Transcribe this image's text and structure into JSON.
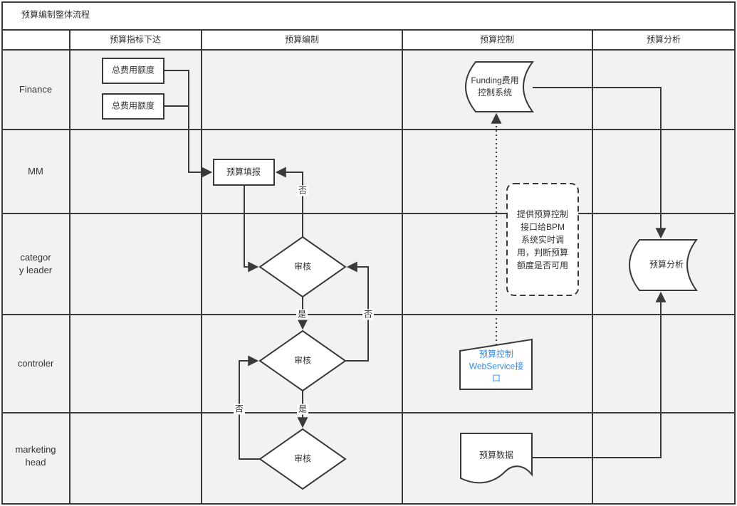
{
  "title": "预算编制整体流程",
  "columns": [
    {
      "label": "预算指标下达"
    },
    {
      "label": "预算编制"
    },
    {
      "label": "预算控制"
    },
    {
      "label": "预算分析"
    }
  ],
  "lanes": [
    {
      "label": "Finance"
    },
    {
      "label": "MM"
    },
    {
      "label": "categor\ny leader"
    },
    {
      "label": "controler"
    },
    {
      "label": "marketing\nhead"
    }
  ],
  "nodes": {
    "total_quota_1": "总费用额度",
    "total_quota_2": "总费用额度",
    "budget_fill_in": "预算填报",
    "review_1": "审核",
    "review_2": "审核",
    "review_3": "审核",
    "funding_system": "Funding费用\n控制系统",
    "note": "提供预算控制\n接口给BPM\n系统实时调\n用，判断预算\n额度是否可用",
    "webservice": "预算控制\nWebService接\n口",
    "budget_data": "预算数据",
    "budget_analysis": "预算分析"
  },
  "edge_labels": {
    "no_1": "否",
    "yes_1": "是",
    "no_2": "否",
    "yes_2": "是",
    "no_3": "否"
  },
  "colors": {
    "lane_fill": "#F2F2F2",
    "header_fill": "#FFFFFF",
    "shape_fill": "#FFFFFF",
    "line": "#3A3A3A",
    "text": "#333333",
    "link_blue": "#2E8BEB"
  }
}
